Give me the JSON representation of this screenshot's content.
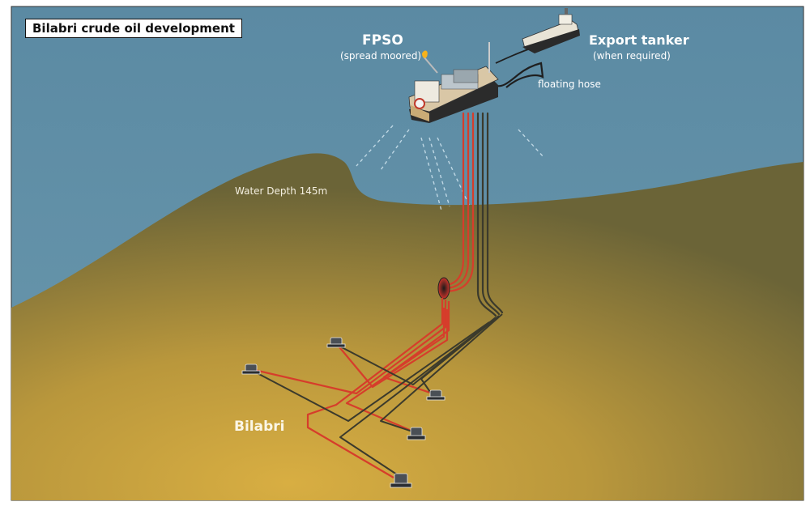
{
  "title": "Bilabri crude oil development",
  "fpso": {
    "label": "FPSO",
    "sublabel": "(spread moored)"
  },
  "export_tanker": {
    "label": "Export tanker",
    "sublabel": "(when required)"
  },
  "floating_hose": "floating hose",
  "water_depth": "Water Depth 145m",
  "field_name": "Bilabri",
  "colors": {
    "sea": "#5e8aa1",
    "seabed_dark": "#6e6536",
    "seabed_light": "#cfa740",
    "riser_red": "#d63d2b",
    "flowline_dark": "#3b3a2c"
  }
}
